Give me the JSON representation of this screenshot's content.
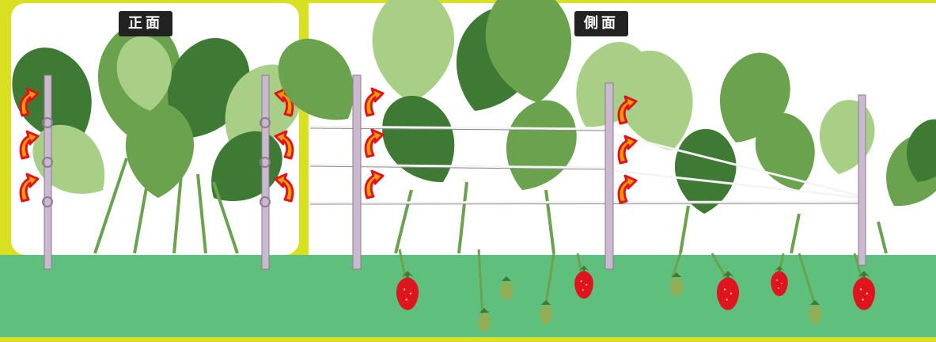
{
  "labels": {
    "front": "正面",
    "side": "側面"
  },
  "colors": {
    "frame": "#d8e021",
    "panel": "#ffffff",
    "ground": "#5ec07c",
    "label_bg": "#222222",
    "leaf_dark": "#3f7a34",
    "leaf_mid": "#6aa24d",
    "leaf_light": "#a7cf85",
    "post": "#cbb9cf",
    "wire": "#f4f4f4",
    "strawberry": "#e0141e",
    "arrow_fill": "#ff9a00",
    "arrow_outline": "#e0141e"
  },
  "icons": {
    "support_arrow": "curved-arrow-icon",
    "post": "support-post",
    "fruit": "strawberry-icon"
  }
}
